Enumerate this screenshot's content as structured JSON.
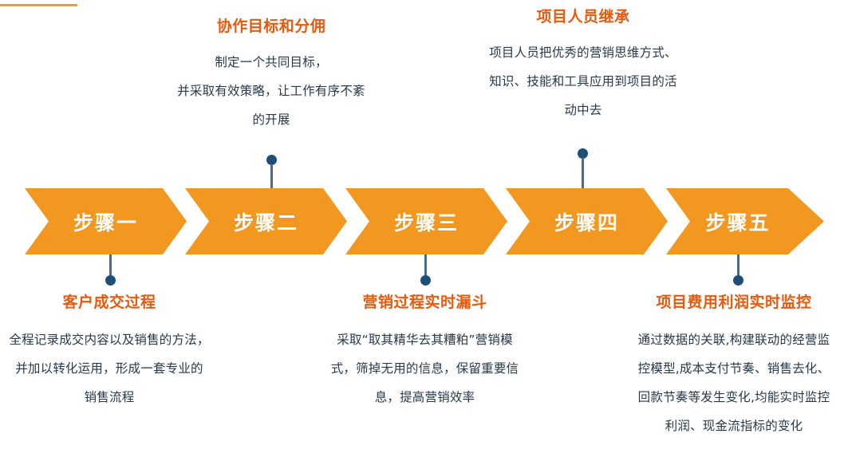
{
  "slide": {
    "accent_rule_color": "#EF9C1E",
    "chevron_color": "#F2971F",
    "title_color": "#E8590C",
    "body_color": "#27384B",
    "connector_color": "#1F4E79"
  },
  "steps": [
    {
      "label": "步骤一"
    },
    {
      "label": "步骤二"
    },
    {
      "label": "步骤三"
    },
    {
      "label": "步骤四"
    },
    {
      "label": "步骤五"
    }
  ],
  "callouts": {
    "top": [
      {
        "step_index": 2,
        "title": "协作目标和分佣",
        "lines": [
          "制定一个共同目标，",
          "并采取有效策略，让工作有序不紊",
          "的开展"
        ]
      },
      {
        "step_index": 4,
        "title": "项目人员继承",
        "lines": [
          "项目人员把优秀的营销思维方式、",
          "知识、技能和工具应用到项目的活",
          "动中去"
        ]
      }
    ],
    "bottom": [
      {
        "step_index": 1,
        "title": "客户成交过程",
        "lines": [
          "全程记录成交内容以及销售的方法，",
          "并加以转化运用，形成一套专业的",
          "销售流程"
        ]
      },
      {
        "step_index": 3,
        "title": "营销过程实时漏斗",
        "lines": [
          "采取“取其精华去其糟粕”营销模",
          "式，筛掉无用的信息，保留重要信",
          "息，提高营销效率"
        ]
      },
      {
        "step_index": 5,
        "title": "项目费用利润实时监控",
        "lines": [
          "通过数据的关联,构建联动的经营监",
          "控模型,成本支付节奏、销售去化、",
          "回款节奏等发生变化,均能实时监控",
          "利润、现金流指标的变化"
        ]
      }
    ]
  }
}
